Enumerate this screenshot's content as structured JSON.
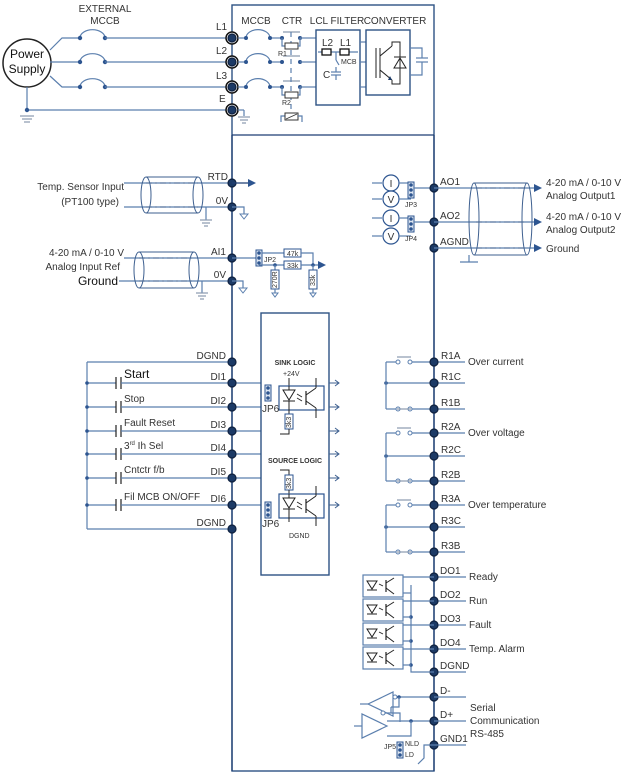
{
  "power": {
    "power_supply_line1": "Power",
    "power_supply_line2": "Supply",
    "external_mccb_line1": "EXTERNAL",
    "external_mccb_line2": "MCCB",
    "terminals": [
      "L1",
      "L2",
      "L3",
      "E"
    ]
  },
  "drive": {
    "mccb_label": "MCCB",
    "ctr_label": "CTR",
    "lcl_filter_label": "LCL FILTER",
    "converter_label": "CONVERTER",
    "r1": "R1",
    "r2": "R2",
    "l2": "L2",
    "l1": "L1",
    "c": "C",
    "mcb": "MCB"
  },
  "analog_inputs": {
    "temp_sensor_line1": "Temp. Sensor Input",
    "temp_sensor_line2": "(PT100 type)",
    "rtd": "RTD",
    "zero_v_1": "0V",
    "ai_line1": "4-20 mA / 0-10 V",
    "ai_line2": "Analog Input Ref",
    "ground": "Ground",
    "ai1": "AI1",
    "zero_v_2": "0V",
    "jp2": "JP2",
    "r47k": "47k",
    "r33k_a": "33k",
    "r270": "270R",
    "r33k_b": "33k"
  },
  "analog_outputs": {
    "ao1": "AO1",
    "ao2": "AO2",
    "agnd": "AGND",
    "jp3": "JP3",
    "jp4": "JP4",
    "i": "I",
    "v": "V",
    "out1_line1": "4-20 mA / 0-10 V",
    "out1_line2": "Analog Output1",
    "out2_line1": "4-20 mA / 0-10 V",
    "out2_line2": "Analog Output2",
    "ground": "Ground"
  },
  "digital_inputs": {
    "dgnd_top": "DGND",
    "dgnd_bottom": "DGND",
    "items": [
      {
        "terminal": "DI1",
        "label": "Start"
      },
      {
        "terminal": "DI2",
        "label": "Stop"
      },
      {
        "terminal": "DI3",
        "label": "Fault Reset"
      },
      {
        "terminal": "DI4",
        "label": "3rd Ih Sel"
      },
      {
        "terminal": "DI5",
        "label": "Cntctr f/b"
      },
      {
        "terminal": "DI6",
        "label": "Fil MCB ON/OFF"
      }
    ],
    "di4_prefix": "3",
    "di4_sup": "rd",
    "di4_suffix": " Ih Sel",
    "sink_logic": "SINK LOGIC",
    "plus24v": "+24V",
    "source_logic": "SOURCE LOGIC",
    "jp6": "JP6",
    "dgnd_small": "DGND",
    "res_3k3": "3k3"
  },
  "relays": {
    "items": [
      {
        "terminal": "R1A",
        "label": "Over current"
      },
      {
        "terminal": "R1C",
        "label": ""
      },
      {
        "terminal": "R1B",
        "label": ""
      },
      {
        "terminal": "R2A",
        "label": "Over voltage"
      },
      {
        "terminal": "R2C",
        "label": ""
      },
      {
        "terminal": "R2B",
        "label": ""
      },
      {
        "terminal": "R3A",
        "label": "Over temperature"
      },
      {
        "terminal": "R3C",
        "label": ""
      },
      {
        "terminal": "R3B",
        "label": ""
      }
    ]
  },
  "digital_outputs": {
    "items": [
      {
        "terminal": "DO1",
        "label": "Ready"
      },
      {
        "terminal": "DO2",
        "label": "Run"
      },
      {
        "terminal": "DO3",
        "label": "Fault"
      },
      {
        "terminal": "DO4",
        "label": "Temp. Alarm"
      },
      {
        "terminal": "DGND",
        "label": ""
      }
    ]
  },
  "serial": {
    "d_minus": "D-",
    "d_plus": "D+",
    "gnd1": "GND1",
    "line1": "Serial",
    "line2": "Communication",
    "line3": "RS-485",
    "jp5": "JP5",
    "nld": "NLD",
    "ld": "LD"
  }
}
